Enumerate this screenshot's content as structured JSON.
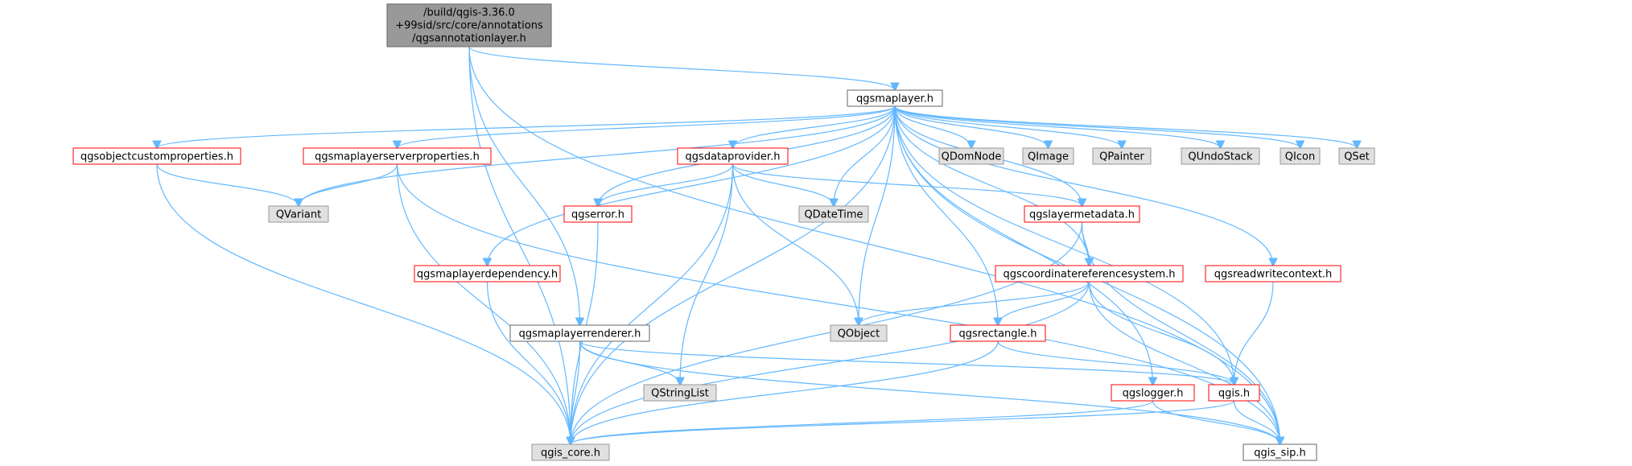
{
  "colors": {
    "edge": "#63b8ff",
    "root_fill": "#999999",
    "root_border": "#666666",
    "plain_fill": "#ffffff",
    "plain_border": "#666666",
    "red_fill": "#ffffff",
    "red_border": "#ff0000",
    "gray_fill": "#e0e0e0",
    "gray_border": "#999999"
  },
  "nodes": [
    {
      "id": "root",
      "lines": [
        "/build/qgis-3.36.0",
        "+99sid/src/core/annotations",
        "/qgsannotationlayer.h"
      ],
      "style": "root"
    },
    {
      "id": "maplayer",
      "lines": [
        "qgsmaplayer.h"
      ],
      "style": "plain"
    },
    {
      "id": "objcustom",
      "lines": [
        "qgsobjectcustomproperties.h"
      ],
      "style": "red"
    },
    {
      "id": "serverprops",
      "lines": [
        "qgsmaplayerserverproperties.h"
      ],
      "style": "red"
    },
    {
      "id": "dataprovider",
      "lines": [
        "qgsdataprovider.h"
      ],
      "style": "red"
    },
    {
      "id": "qdomnode",
      "lines": [
        "QDomNode"
      ],
      "style": "gray"
    },
    {
      "id": "qimage",
      "lines": [
        "QImage"
      ],
      "style": "gray"
    },
    {
      "id": "qpainter",
      "lines": [
        "QPainter"
      ],
      "style": "gray"
    },
    {
      "id": "qundostack",
      "lines": [
        "QUndoStack"
      ],
      "style": "gray"
    },
    {
      "id": "qicon",
      "lines": [
        "QIcon"
      ],
      "style": "gray"
    },
    {
      "id": "qset",
      "lines": [
        "QSet"
      ],
      "style": "gray"
    },
    {
      "id": "qvariant",
      "lines": [
        "QVariant"
      ],
      "style": "gray"
    },
    {
      "id": "qgserror",
      "lines": [
        "qgserror.h"
      ],
      "style": "red"
    },
    {
      "id": "qdatetime",
      "lines": [
        "QDateTime"
      ],
      "style": "gray"
    },
    {
      "id": "layermeta",
      "lines": [
        "qgslayermetadata.h"
      ],
      "style": "red"
    },
    {
      "id": "layerdep",
      "lines": [
        "qgsmaplayerdependency.h"
      ],
      "style": "red"
    },
    {
      "id": "crs",
      "lines": [
        "qgscoordinatereferencesystem.h"
      ],
      "style": "red"
    },
    {
      "id": "rwcontext",
      "lines": [
        "qgsreadwritecontext.h"
      ],
      "style": "red"
    },
    {
      "id": "renderer",
      "lines": [
        "qgsmaplayerrenderer.h"
      ],
      "style": "plain"
    },
    {
      "id": "qobject",
      "lines": [
        "QObject"
      ],
      "style": "gray"
    },
    {
      "id": "rectangle",
      "lines": [
        "qgsrectangle.h"
      ],
      "style": "red"
    },
    {
      "id": "qstringlist",
      "lines": [
        "QStringList"
      ],
      "style": "gray"
    },
    {
      "id": "logger",
      "lines": [
        "qgslogger.h"
      ],
      "style": "red"
    },
    {
      "id": "qgis",
      "lines": [
        "qgis.h"
      ],
      "style": "red"
    },
    {
      "id": "core",
      "lines": [
        "qgis_core.h"
      ],
      "style": "gray"
    },
    {
      "id": "sip",
      "lines": [
        "qgis_sip.h"
      ],
      "style": "plain"
    }
  ],
  "edges": [
    [
      "root",
      "maplayer"
    ],
    [
      "root",
      "renderer"
    ],
    [
      "root",
      "core"
    ],
    [
      "root",
      "sip"
    ],
    [
      "maplayer",
      "objcustom"
    ],
    [
      "maplayer",
      "serverprops"
    ],
    [
      "maplayer",
      "dataprovider"
    ],
    [
      "maplayer",
      "qdomnode"
    ],
    [
      "maplayer",
      "qimage"
    ],
    [
      "maplayer",
      "qpainter"
    ],
    [
      "maplayer",
      "qundostack"
    ],
    [
      "maplayer",
      "qicon"
    ],
    [
      "maplayer",
      "qset"
    ],
    [
      "maplayer",
      "qvariant"
    ],
    [
      "maplayer",
      "qgserror"
    ],
    [
      "maplayer",
      "qdatetime"
    ],
    [
      "maplayer",
      "layermeta"
    ],
    [
      "maplayer",
      "layerdep"
    ],
    [
      "maplayer",
      "crs"
    ],
    [
      "maplayer",
      "rwcontext"
    ],
    [
      "maplayer",
      "qobject"
    ],
    [
      "maplayer",
      "rectangle"
    ],
    [
      "maplayer",
      "logger"
    ],
    [
      "maplayer",
      "qgis"
    ],
    [
      "maplayer",
      "core"
    ],
    [
      "maplayer",
      "sip"
    ],
    [
      "objcustom",
      "qvariant"
    ],
    [
      "objcustom",
      "core"
    ],
    [
      "serverprops",
      "qvariant"
    ],
    [
      "serverprops",
      "core"
    ],
    [
      "serverprops",
      "sip"
    ],
    [
      "dataprovider",
      "qgserror"
    ],
    [
      "dataprovider",
      "qdatetime"
    ],
    [
      "dataprovider",
      "layermeta"
    ],
    [
      "dataprovider",
      "qobject"
    ],
    [
      "dataprovider",
      "qstringlist"
    ],
    [
      "dataprovider",
      "core"
    ],
    [
      "qgserror",
      "core"
    ],
    [
      "layerdep",
      "core"
    ],
    [
      "layermeta",
      "crs"
    ],
    [
      "layermeta",
      "core"
    ],
    [
      "layermeta",
      "sip"
    ],
    [
      "crs",
      "qobject"
    ],
    [
      "crs",
      "rectangle"
    ],
    [
      "crs",
      "qgis"
    ],
    [
      "crs",
      "core"
    ],
    [
      "crs",
      "sip"
    ],
    [
      "rwcontext",
      "qgis"
    ],
    [
      "renderer",
      "qstringlist"
    ],
    [
      "renderer",
      "qgis"
    ],
    [
      "renderer",
      "core"
    ],
    [
      "renderer",
      "sip"
    ],
    [
      "rectangle",
      "qgis"
    ],
    [
      "rectangle",
      "core"
    ],
    [
      "logger",
      "core"
    ],
    [
      "logger",
      "sip"
    ],
    [
      "qgis",
      "core"
    ],
    [
      "qgis",
      "sip"
    ]
  ]
}
